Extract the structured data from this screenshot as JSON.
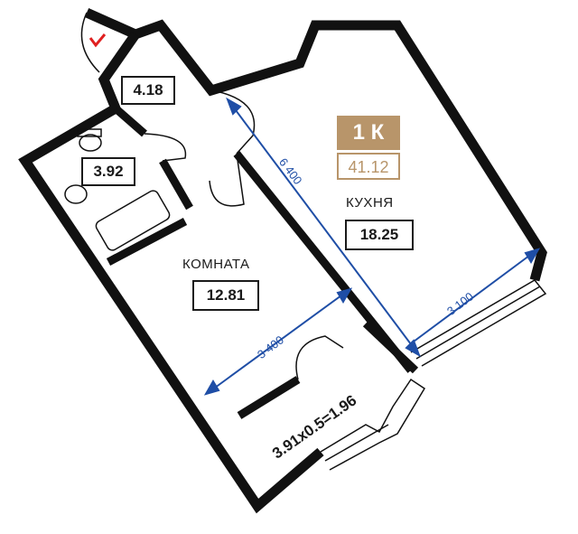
{
  "apartment": {
    "type": "1 К",
    "total_area": "41.12"
  },
  "rooms": {
    "vestibule": {
      "area": "4.18"
    },
    "bathroom": {
      "area": "3.92"
    },
    "kitchen": {
      "label": "КУХНЯ",
      "area": "18.25"
    },
    "living": {
      "label": "КОМНАТА",
      "area": "12.81"
    },
    "balcony": {
      "area": "3.91x0.5=1.96"
    }
  },
  "dimensions": {
    "kitchen_length": "6 400",
    "kitchen_width": "3 100",
    "room_width": "3 400"
  },
  "colors": {
    "accent": "#b8956a",
    "dimension": "#1f4ea6",
    "wall": "#111111",
    "vent_mark": "#e02020"
  }
}
